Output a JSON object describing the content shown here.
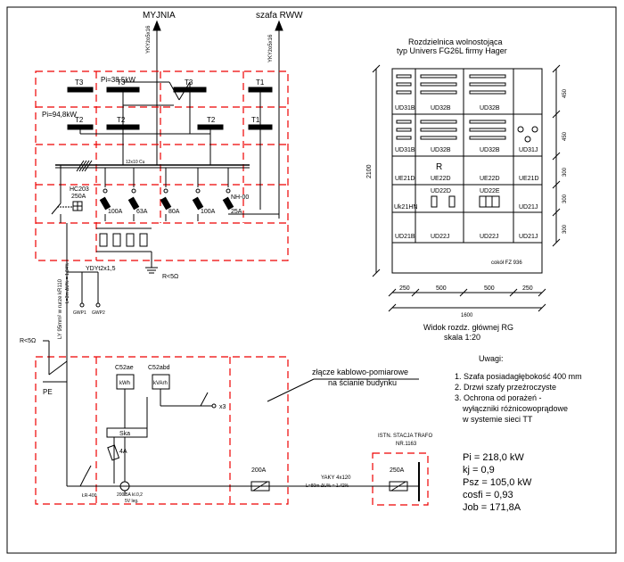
{
  "top_labels": {
    "myjnia": "MYJNIA",
    "szafa": "szafa RWW"
  },
  "cables": {
    "left": "YKYżo5x16",
    "right": "YKYżo5x16",
    "ydy": "YDYt2x1,5",
    "ly": "LY 95mm² w rurze kR110",
    "ly_len": "L=3m  ΔU% = 1.94%"
  },
  "panel": {
    "pi1": "Pi=38,5kW",
    "pi2": "Pi=94,8kW",
    "t3": "T3",
    "t2": "T2",
    "t1": "T1",
    "busbar": "12x10 Cu",
    "fuses": [
      "100A",
      "63A",
      "80A",
      "100A",
      "25A"
    ],
    "nh": "NH-00",
    "hc": "HC203",
    "hc_a": "250A",
    "r": "R<5Ω",
    "gwp1": "GWP1",
    "gwp2": "GWP2"
  },
  "grounding": {
    "r": "R<5Ω",
    "pe": "PE"
  },
  "meter": {
    "c52ae": "C52ae",
    "c52abd": "C52abd",
    "kwh": "kWh",
    "kvarh": "kVArh",
    "ska": "Ska",
    "fuse4": "4A",
    "x3": "x3",
    "lr": "ŁR-400",
    "ct": "200/5A kl.0,2",
    "ct2": "5V leg.",
    "label1": "złącze kablowo-pomiarowe",
    "label2": "na ścianie budynku"
  },
  "supply": {
    "a200": "200A",
    "cable": "YAKY 4x120",
    "cable_len": "L=80m   ΔU% = 1.42%",
    "trafo1": "ISTN. STACJA TRAFO",
    "trafo2": "NR.1163",
    "a250": "250A"
  },
  "cabinet": {
    "title1": "Rozdzielnica wolnostojąca",
    "title2": "typ Univers FG26L firmy Hager",
    "height": "2100",
    "row1": [
      "UD31B",
      "UD32B",
      "UD32B",
      ""
    ],
    "row2": [
      "UD31B",
      "UD32B",
      "UD32B",
      "UD31J"
    ],
    "row3": [
      "UE21D",
      "UE22D",
      "UE22D",
      "UE21D"
    ],
    "row3_r": "R",
    "row4": [
      "Uk21HN",
      "UD22D",
      "UD22E",
      "UD21J"
    ],
    "row5": [
      "UD21B",
      "UD22J",
      "UD22J",
      "UD21J"
    ],
    "cokol": "cokół FZ 936",
    "right_dims": [
      "450",
      "450",
      "300",
      "300",
      "300"
    ],
    "bottom_dims": [
      "250",
      "500",
      "500",
      "250"
    ],
    "width": "1600",
    "view1": "Widok rozdz. głównej RG",
    "view2": "skala 1:20"
  },
  "notes": {
    "title": "Uwagi:",
    "items": [
      "1. Szafa posiadagłębokość 400 mm",
      "2. Drzwi szafy przeźroczyste",
      "3. Ochrona od porażeń -",
      "wyłączniki różnicowoprądowe",
      "w systemie sieci TT"
    ]
  },
  "params": [
    "Pi = 218,0 kW",
    "kj = 0,9",
    "Psz = 105,0 kW",
    "cosfi = 0,93",
    "Job = 171,8A"
  ]
}
